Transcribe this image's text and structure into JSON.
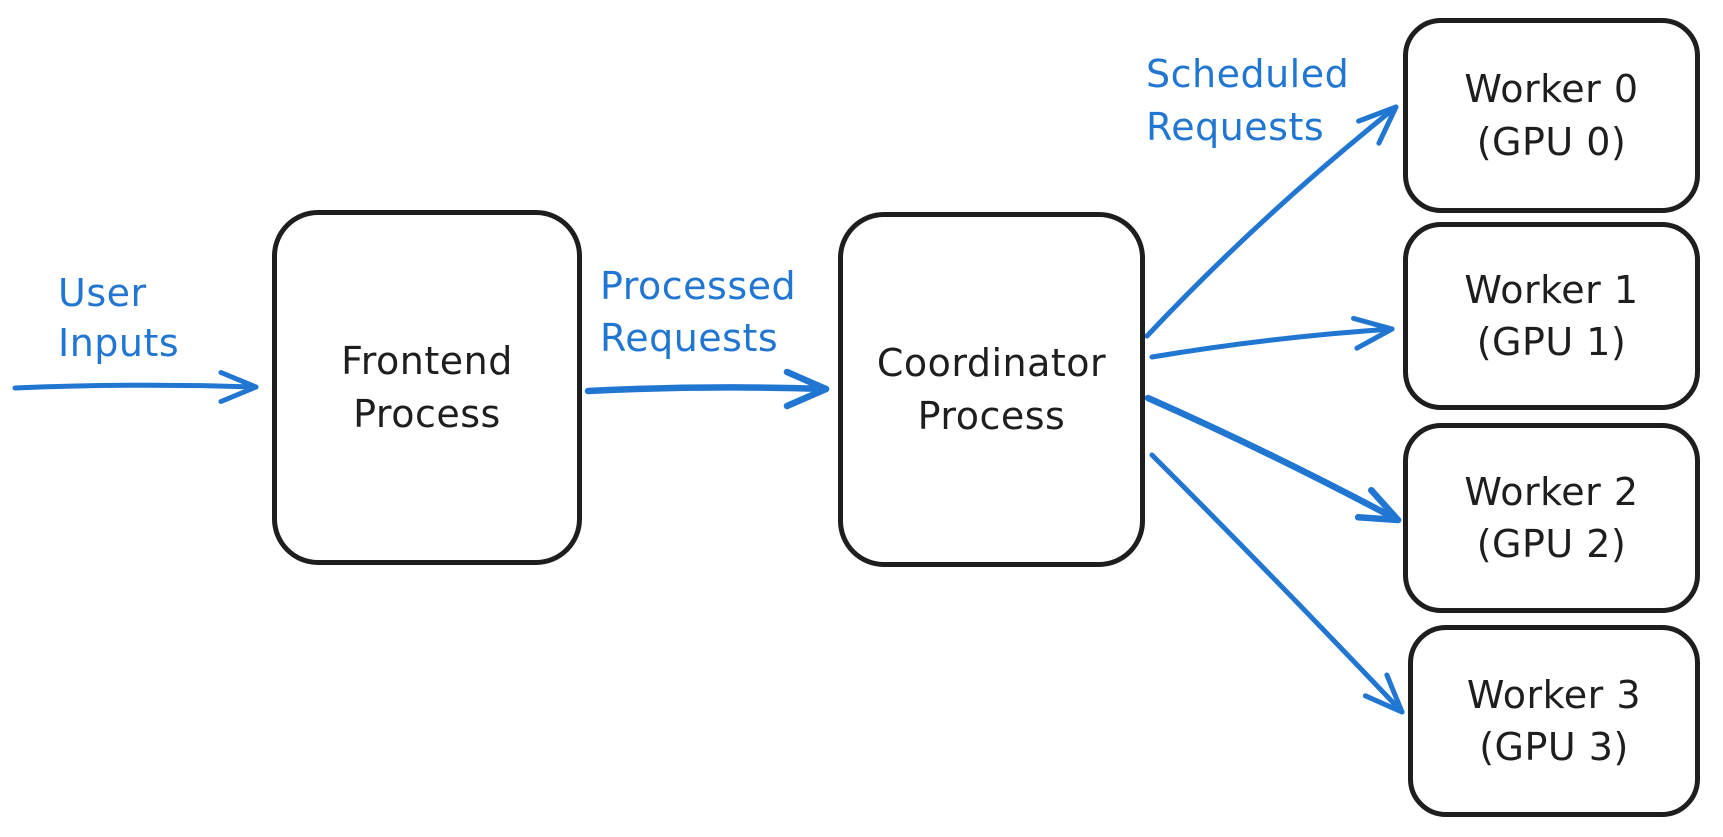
{
  "diagram": {
    "type": "flow-diagram",
    "colors": {
      "background": "#ffffff",
      "accent": "#2176d2",
      "stroke": "#1e1e1e",
      "text": "#1e1e1e"
    },
    "nodes": {
      "frontend": {
        "label": "Frontend\nProcess"
      },
      "coordinator": {
        "label": "Coordinator\nProcess"
      },
      "worker0": {
        "label": "Worker 0\n(GPU 0)"
      },
      "worker1": {
        "label": "Worker 1\n(GPU 1)"
      },
      "worker2": {
        "label": "Worker 2\n(GPU 2)"
      },
      "worker3": {
        "label": "Worker 3\n(GPU 3)"
      }
    },
    "edge_labels": {
      "user_inputs": "User\nInputs",
      "processed_requests": "Processed\nRequests",
      "scheduled_requests": "Scheduled\nRequests"
    },
    "edges": [
      {
        "from": "user",
        "to": "frontend",
        "label": "User Inputs"
      },
      {
        "from": "frontend",
        "to": "coordinator",
        "label": "Processed Requests"
      },
      {
        "from": "coordinator",
        "to": "worker0",
        "label": "Scheduled Requests"
      },
      {
        "from": "coordinator",
        "to": "worker1",
        "label": "Scheduled Requests"
      },
      {
        "from": "coordinator",
        "to": "worker2",
        "label": "Scheduled Requests"
      },
      {
        "from": "coordinator",
        "to": "worker3",
        "label": "Scheduled Requests"
      }
    ]
  }
}
